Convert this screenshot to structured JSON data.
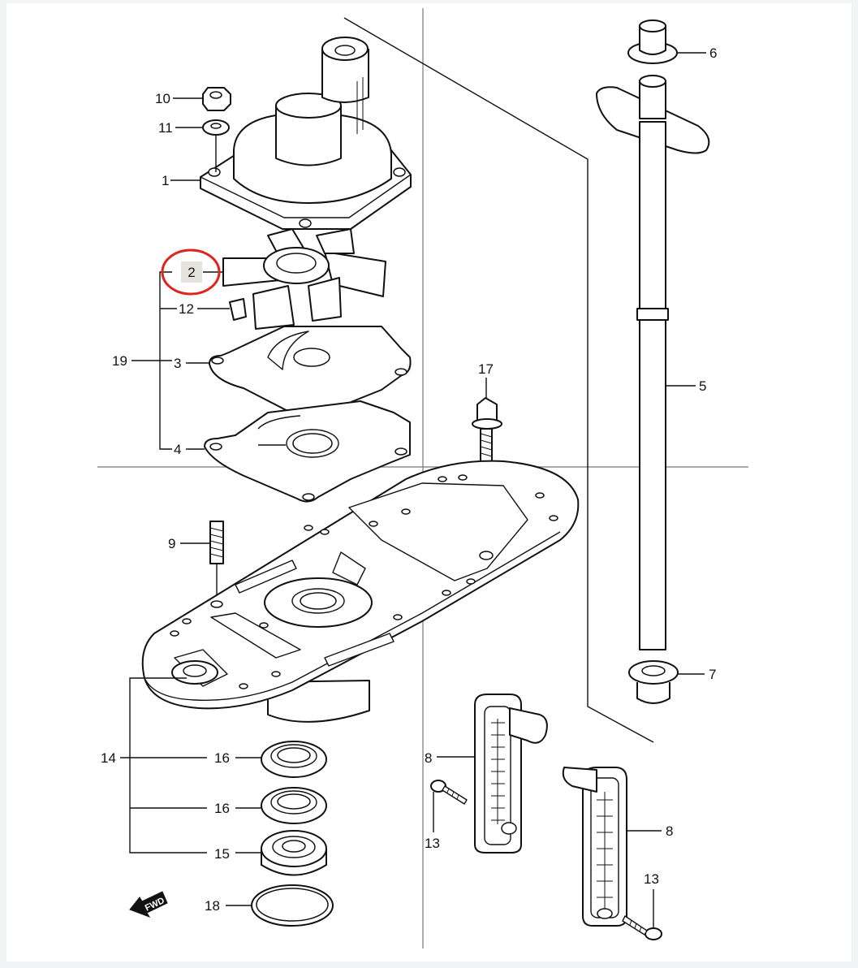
{
  "highlight": {
    "part": "2",
    "color": "#e0231b",
    "box_fill": "#e4e4dc"
  },
  "colors": {
    "background": "#f3f4f5",
    "panel": "#ffffff",
    "ink": "#111111"
  },
  "callouts": {
    "c1": "1",
    "c2": "2",
    "c3": "3",
    "c4": "4",
    "c5": "5",
    "c6": "6",
    "c7": "7",
    "c8a": "8",
    "c8b": "8",
    "c9": "9",
    "c10": "10",
    "c11": "11",
    "c12": "12",
    "c13a": "13",
    "c13b": "13",
    "c14": "14",
    "c15": "15",
    "c16a": "16",
    "c16b": "16",
    "c17": "17",
    "c18": "18",
    "c19": "19"
  },
  "fwd_label": "FWD",
  "icons": {
    "fwd": "fwd-arrow-icon"
  }
}
